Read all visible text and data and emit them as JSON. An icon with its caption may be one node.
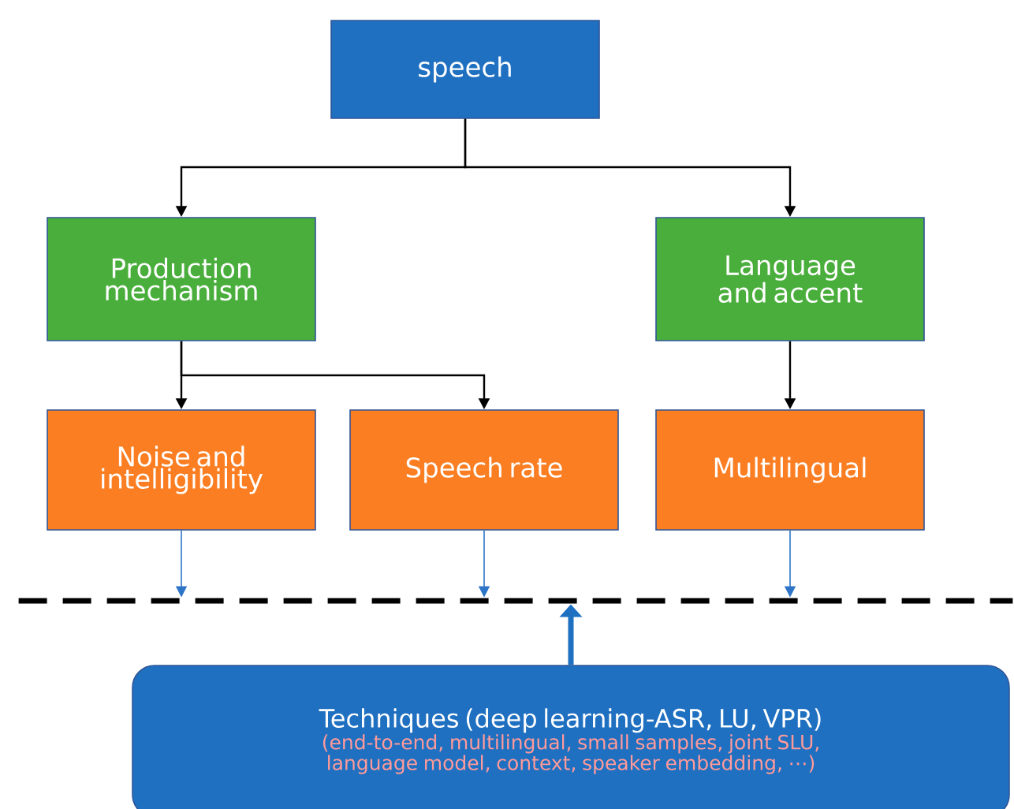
{
  "diagram": {
    "nodes": [
      {
        "text": [
          "speech"
        ]
      },
      {
        "text": [
          "Production mechanism"
        ]
      },
      {
        "text": [
          "Language and accent"
        ]
      },
      {
        "text": [
          "Noise and intelligibility"
        ]
      },
      {
        "text": [
          "Speech rate"
        ]
      },
      {
        "text": [
          "Multilingual"
        ]
      },
      {
        "text": [],
        "shape": "line"
      },
      {
        "text": [
          "Techniques (deep learning-ASR, LU, VPR)",
          "(end-to-end, multilingual, small samples, joint SLU, language model, context, speaker embedding, ⋯)"
        ]
      }
    ],
    "edges": [
      {
        "from": 0,
        "to": 1,
        "arrow": "to"
      },
      {
        "from": 0,
        "to": 2,
        "arrow": "to"
      },
      {
        "from": 1,
        "to": 3,
        "arrow": "to"
      },
      {
        "from": 1,
        "to": 4,
        "arrow": "to"
      },
      {
        "from": 2,
        "to": 5,
        "arrow": "to"
      },
      {
        "from": 3,
        "to": 6,
        "arrow": "to",
        "color": "#2e75c8"
      },
      {
        "from": 4,
        "to": 6,
        "arrow": "to",
        "color": "#2e75c8"
      },
      {
        "from": 5,
        "to": 6,
        "arrow": "to",
        "color": "#2e75c8"
      },
      {
        "from": 7,
        "to": 6,
        "arrow": "to",
        "style": "thick",
        "color": "#1f70c1"
      }
    ]
  }
}
